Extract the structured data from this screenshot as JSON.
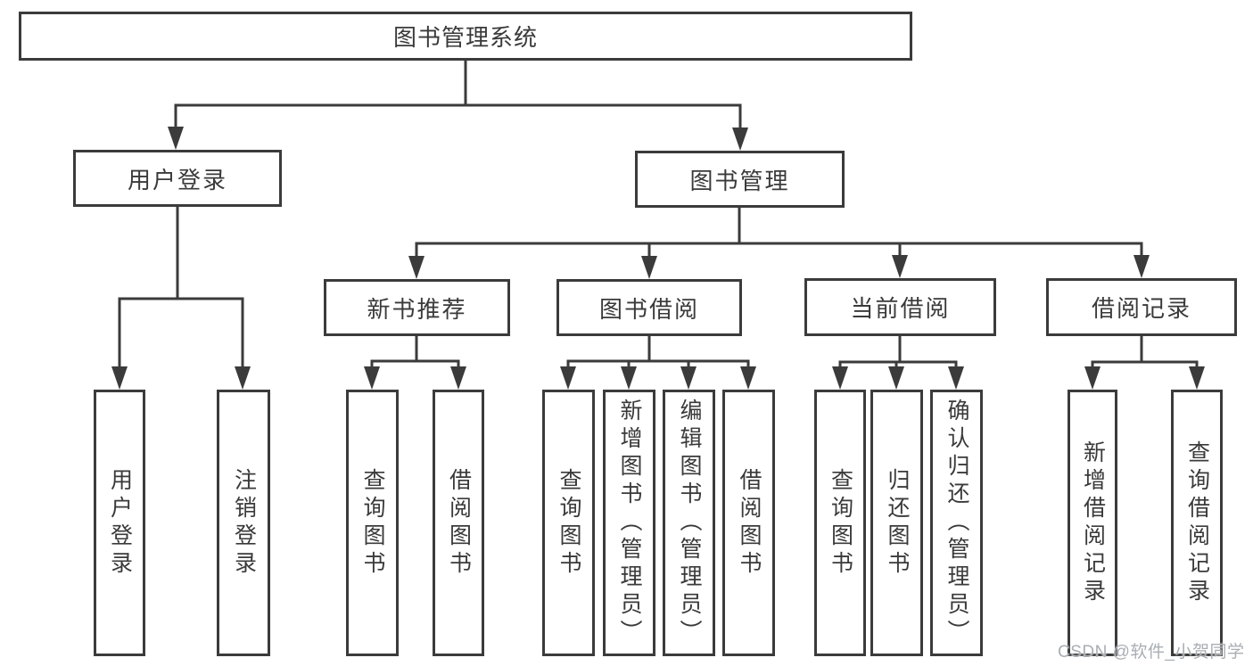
{
  "tree": {
    "label": "图书管理系统",
    "children": [
      {
        "label": "用户登录",
        "children": [
          {
            "label": "用户登录"
          },
          {
            "label": "注销登录"
          }
        ]
      },
      {
        "label": "图书管理",
        "children": [
          {
            "label": "新书推荐",
            "children": [
              {
                "label": "查询图书"
              },
              {
                "label": "借阅图书"
              }
            ]
          },
          {
            "label": "图书借阅",
            "children": [
              {
                "label": "查询图书"
              },
              {
                "label": "新增图书（管理员）"
              },
              {
                "label": "编辑图书（管理员）"
              },
              {
                "label": "借阅图书"
              }
            ]
          },
          {
            "label": "当前借阅",
            "children": [
              {
                "label": "查询图书"
              },
              {
                "label": "归还图书"
              },
              {
                "label": "确认归还（管理员）"
              }
            ]
          },
          {
            "label": "借阅记录",
            "children": [
              {
                "label": "新增借阅记录"
              },
              {
                "label": "查询借阅记录"
              }
            ]
          }
        ]
      }
    ]
  },
  "watermark": "CSDN @软件_小贺同学",
  "colors": {
    "line": "#3b3b3b",
    "text": "#3a3a3a",
    "background": "#ffffff",
    "watermark": "#a9aeb4"
  }
}
